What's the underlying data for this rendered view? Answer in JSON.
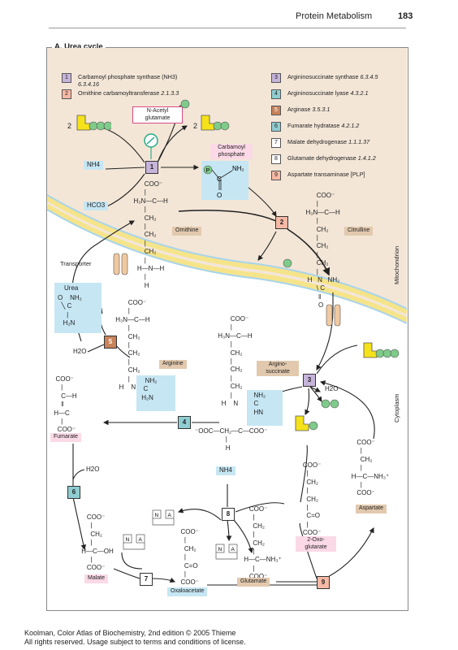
{
  "header": {
    "title": "Protein Metabolism",
    "page": "183"
  },
  "section_title": "A. Urea cycle",
  "legend": [
    {
      "num": "1",
      "name": "Carbamoyl phosphate synthase (NH3)",
      "ec": "6.3.4.16",
      "color": "#c7b4da"
    },
    {
      "num": "2",
      "name": "Ornithine carbamoyltransferase",
      "ec": "2.1.3.3",
      "color": "#f7b9a5"
    },
    {
      "num": "3",
      "name": "Argininosuccinate synthase",
      "ec": "6.3.4.5",
      "color": "#c7b4da"
    },
    {
      "num": "4",
      "name": "Argininosuccinate lyase",
      "ec": "4.3.2.1",
      "color": "#8fcdd2"
    },
    {
      "num": "5",
      "name": "Arginase",
      "ec": "3.5.3.1",
      "color": "#c8835a"
    },
    {
      "num": "6",
      "name": "Fumarate hydratase",
      "ec": "4.2.1.2",
      "color": "#8fcdd2"
    },
    {
      "num": "7",
      "name": "Malate dehydrogenase",
      "ec": "1.1.1.37",
      "color": "#ffffff"
    },
    {
      "num": "8",
      "name": "Glutamate dehydrogenase",
      "ec": "1.4.1.2",
      "color": "#ffffff"
    },
    {
      "num": "9",
      "name": "Aspartate transaminase [PLP]",
      "ec": "",
      "color": "#f7b9a5"
    }
  ],
  "labels": {
    "n_acetyl_glutamate": "N-Acetyl glutamate",
    "carbamoyl_phosphate": "Carbamoyl phosphate",
    "ornithine": "Ornithine",
    "citrulline": "Citrulline",
    "arginine": "Arginine",
    "argininosuccinate": "Argino-succinate",
    "fumarate": "Fumarate",
    "malate": "Malate",
    "oxaloacetate": "Oxaloacetate",
    "glutamate": "Glutamate",
    "oxo_glutarate": "2-Oxo-glutarate",
    "aspartate": "Aspartate",
    "urea": "Urea",
    "transporter": "Transporter",
    "mitochondrion": "Mitochondrion",
    "cytoplasm": "Cytoplasm",
    "nh4": "NH4",
    "hco3": "HCO3",
    "h2o": "H2O",
    "two": "2",
    "p": "P",
    "a": "A",
    "n": "N"
  },
  "footer": {
    "line1": "Koolman, Color Atlas of Biochemistry, 2nd edition © 2005 Thieme",
    "line2": "All rights reserved. Usage subject to terms and conditions of license."
  }
}
